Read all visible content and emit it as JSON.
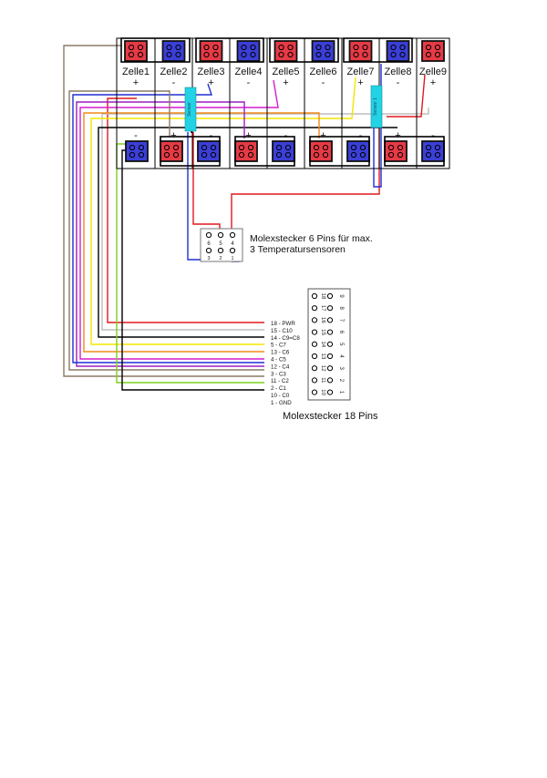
{
  "cells": [
    {
      "label": "Zelle1",
      "sign": "+",
      "bottom_sign": "-"
    },
    {
      "label": "Zelle2",
      "sign": "-",
      "bottom_sign": "+"
    },
    {
      "label": "Zelle3",
      "sign": "+",
      "bottom_sign": "-"
    },
    {
      "label": "Zelle4",
      "sign": "-",
      "bottom_sign": "+"
    },
    {
      "label": "Zelle5",
      "sign": "+",
      "bottom_sign": "-"
    },
    {
      "label": "Zelle6",
      "sign": "-",
      "bottom_sign": "+"
    },
    {
      "label": "Zelle7",
      "sign": "+",
      "bottom_sign": "-"
    },
    {
      "label": "Zelle8",
      "sign": "-",
      "bottom_sign": "+"
    },
    {
      "label": "Zelle9",
      "sign": "+",
      "bottom_sign": "-"
    }
  ],
  "sensors": {
    "sensor_a": "Sensor",
    "sensor_b": "Sensor 1"
  },
  "molex6": {
    "caption_line1": "Molexstecker 6 Pins für max.",
    "caption_line2": "3 Temperatursensoren",
    "pins_top": [
      "6",
      "5",
      "4"
    ],
    "pins_bottom": [
      "3",
      "2",
      "1"
    ]
  },
  "wire_labels": [
    "18 - PWR",
    "15 - C10",
    "14 - C9=C8",
    "5 - C7",
    "13 - C6",
    "4 - C5",
    "12 - C4",
    "3 - C3",
    "11 - C2",
    "2 - C1",
    "10 - C0",
    "1  - GND"
  ],
  "molex18": {
    "caption": "Molexstecker 18 Pins",
    "left_col": [
      "18",
      "17",
      "16",
      "15",
      "14",
      "13",
      "12",
      "11",
      "10"
    ],
    "right_col": [
      "9",
      "8",
      "7",
      "6",
      "5",
      "4",
      "3",
      "2",
      "1"
    ]
  },
  "colors": {
    "pos": "#e63b46",
    "neg": "#3b3fd6",
    "sensor": "#22d3e6",
    "wire_red": "#e0181e",
    "wire_blue": "#1e2fd2",
    "wire_black": "#000000",
    "wire_grey": "#8a7a66",
    "wire_purple": "#9b1fbf",
    "wire_magenta": "#d61ccf",
    "wire_orange": "#f08a1a",
    "wire_yellow": "#f2e600",
    "wire_green": "#7cd11c",
    "wire_lightgrey": "#bdbdbd"
  }
}
